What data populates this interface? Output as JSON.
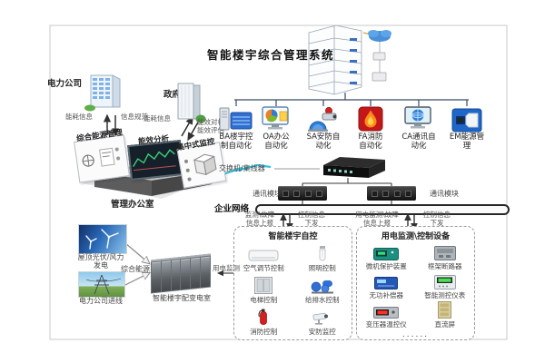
{
  "title": "智能楼宇综合管理系统",
  "external": {
    "power_company": "电力公司",
    "government": "政府",
    "power_flow": {
      "left": "能耗信息",
      "right": "信息规范"
    },
    "gov_flow": {
      "left": "能耗信息",
      "right1": "能效对标",
      "right2": "能效评估"
    }
  },
  "office": {
    "screen_energy": "综合能源管理",
    "screen_analysis": "能效分析",
    "screen_monitor": "集中式监控",
    "label": "管理办公室"
  },
  "subsystems": [
    {
      "line1": "BA楼宇控",
      "line2": "制自动化"
    },
    {
      "line1": "OA办公",
      "line2": "自动化"
    },
    {
      "line1": "SA安防自",
      "line2": "动化"
    },
    {
      "line1": "FA消防",
      "line2": "自动化"
    },
    {
      "line1": "CA通讯自",
      "line2": "动化"
    },
    {
      "line1": "EM能源管",
      "line2": "理"
    }
  ],
  "network": {
    "switch_label": "交换机/集线器",
    "module_left": "通讯模块",
    "module_right": "通讯模块",
    "bus_label": "企业网络",
    "flows": {
      "left_up1": "监测\\故障",
      "left_up2": "信息上报",
      "left_down1": "控制信息",
      "left_down2": "下发",
      "right_up1": "用电监测\\故障",
      "right_up2": "信息上报",
      "right_down1": "控制信息",
      "right_down2": "下发"
    }
  },
  "building_box": {
    "title": "智能楼宇自控",
    "items": [
      {
        "label": "空气调节控制"
      },
      {
        "label": "照明控制"
      },
      {
        "label": "电梯控制"
      },
      {
        "label": "给排水控制"
      },
      {
        "label": "消防控制"
      },
      {
        "label": "安防监控"
      }
    ]
  },
  "power_box": {
    "title": "用电监测\\控制设备",
    "items": [
      {
        "label": "微机保护装置"
      },
      {
        "label": "框架断路器"
      },
      {
        "label": "无功补偿器"
      },
      {
        "label": "智能测控仪表"
      },
      {
        "label": "变压器温控仪"
      },
      {
        "label": "直流屏"
      }
    ],
    "ellipsis": "......"
  },
  "supply": {
    "pv1": "屋顶光伏/风力",
    "pv2": "发电",
    "grid": "电力公司进线",
    "energy": "综合能源",
    "room": "智能楼宇配变电室",
    "monitor": "用电监测"
  },
  "colors": {
    "accent_blue": "#2e6fd0",
    "alarm_red": "#c41818",
    "lightning_cyan": "#35c0dd"
  }
}
